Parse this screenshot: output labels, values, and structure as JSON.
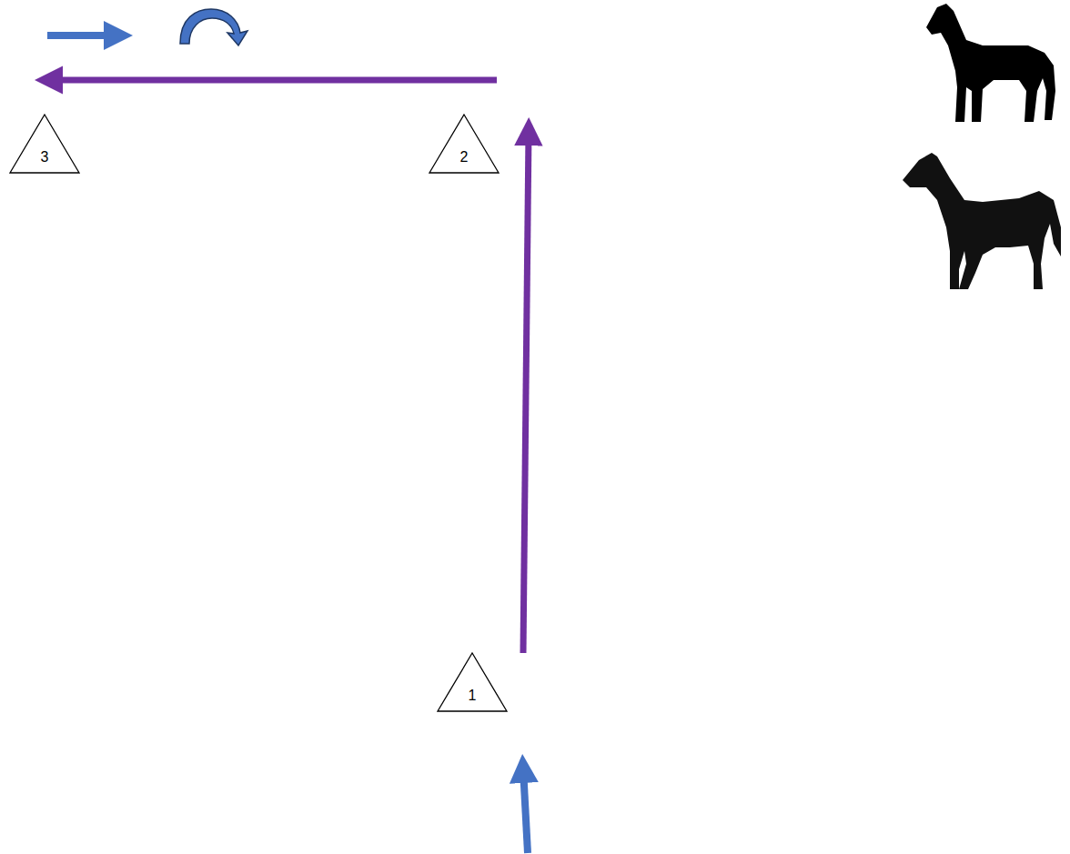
{
  "diagram": {
    "nodes": [
      {
        "text": [
          "3"
        ]
      },
      {
        "text": [
          "2"
        ]
      },
      {
        "text": [
          "1"
        ]
      }
    ],
    "edges": [
      {
        "from": 2,
        "to": 1,
        "arrow": "to"
      },
      {
        "from": 1,
        "to": 0,
        "arrow": "to"
      }
    ]
  }
}
